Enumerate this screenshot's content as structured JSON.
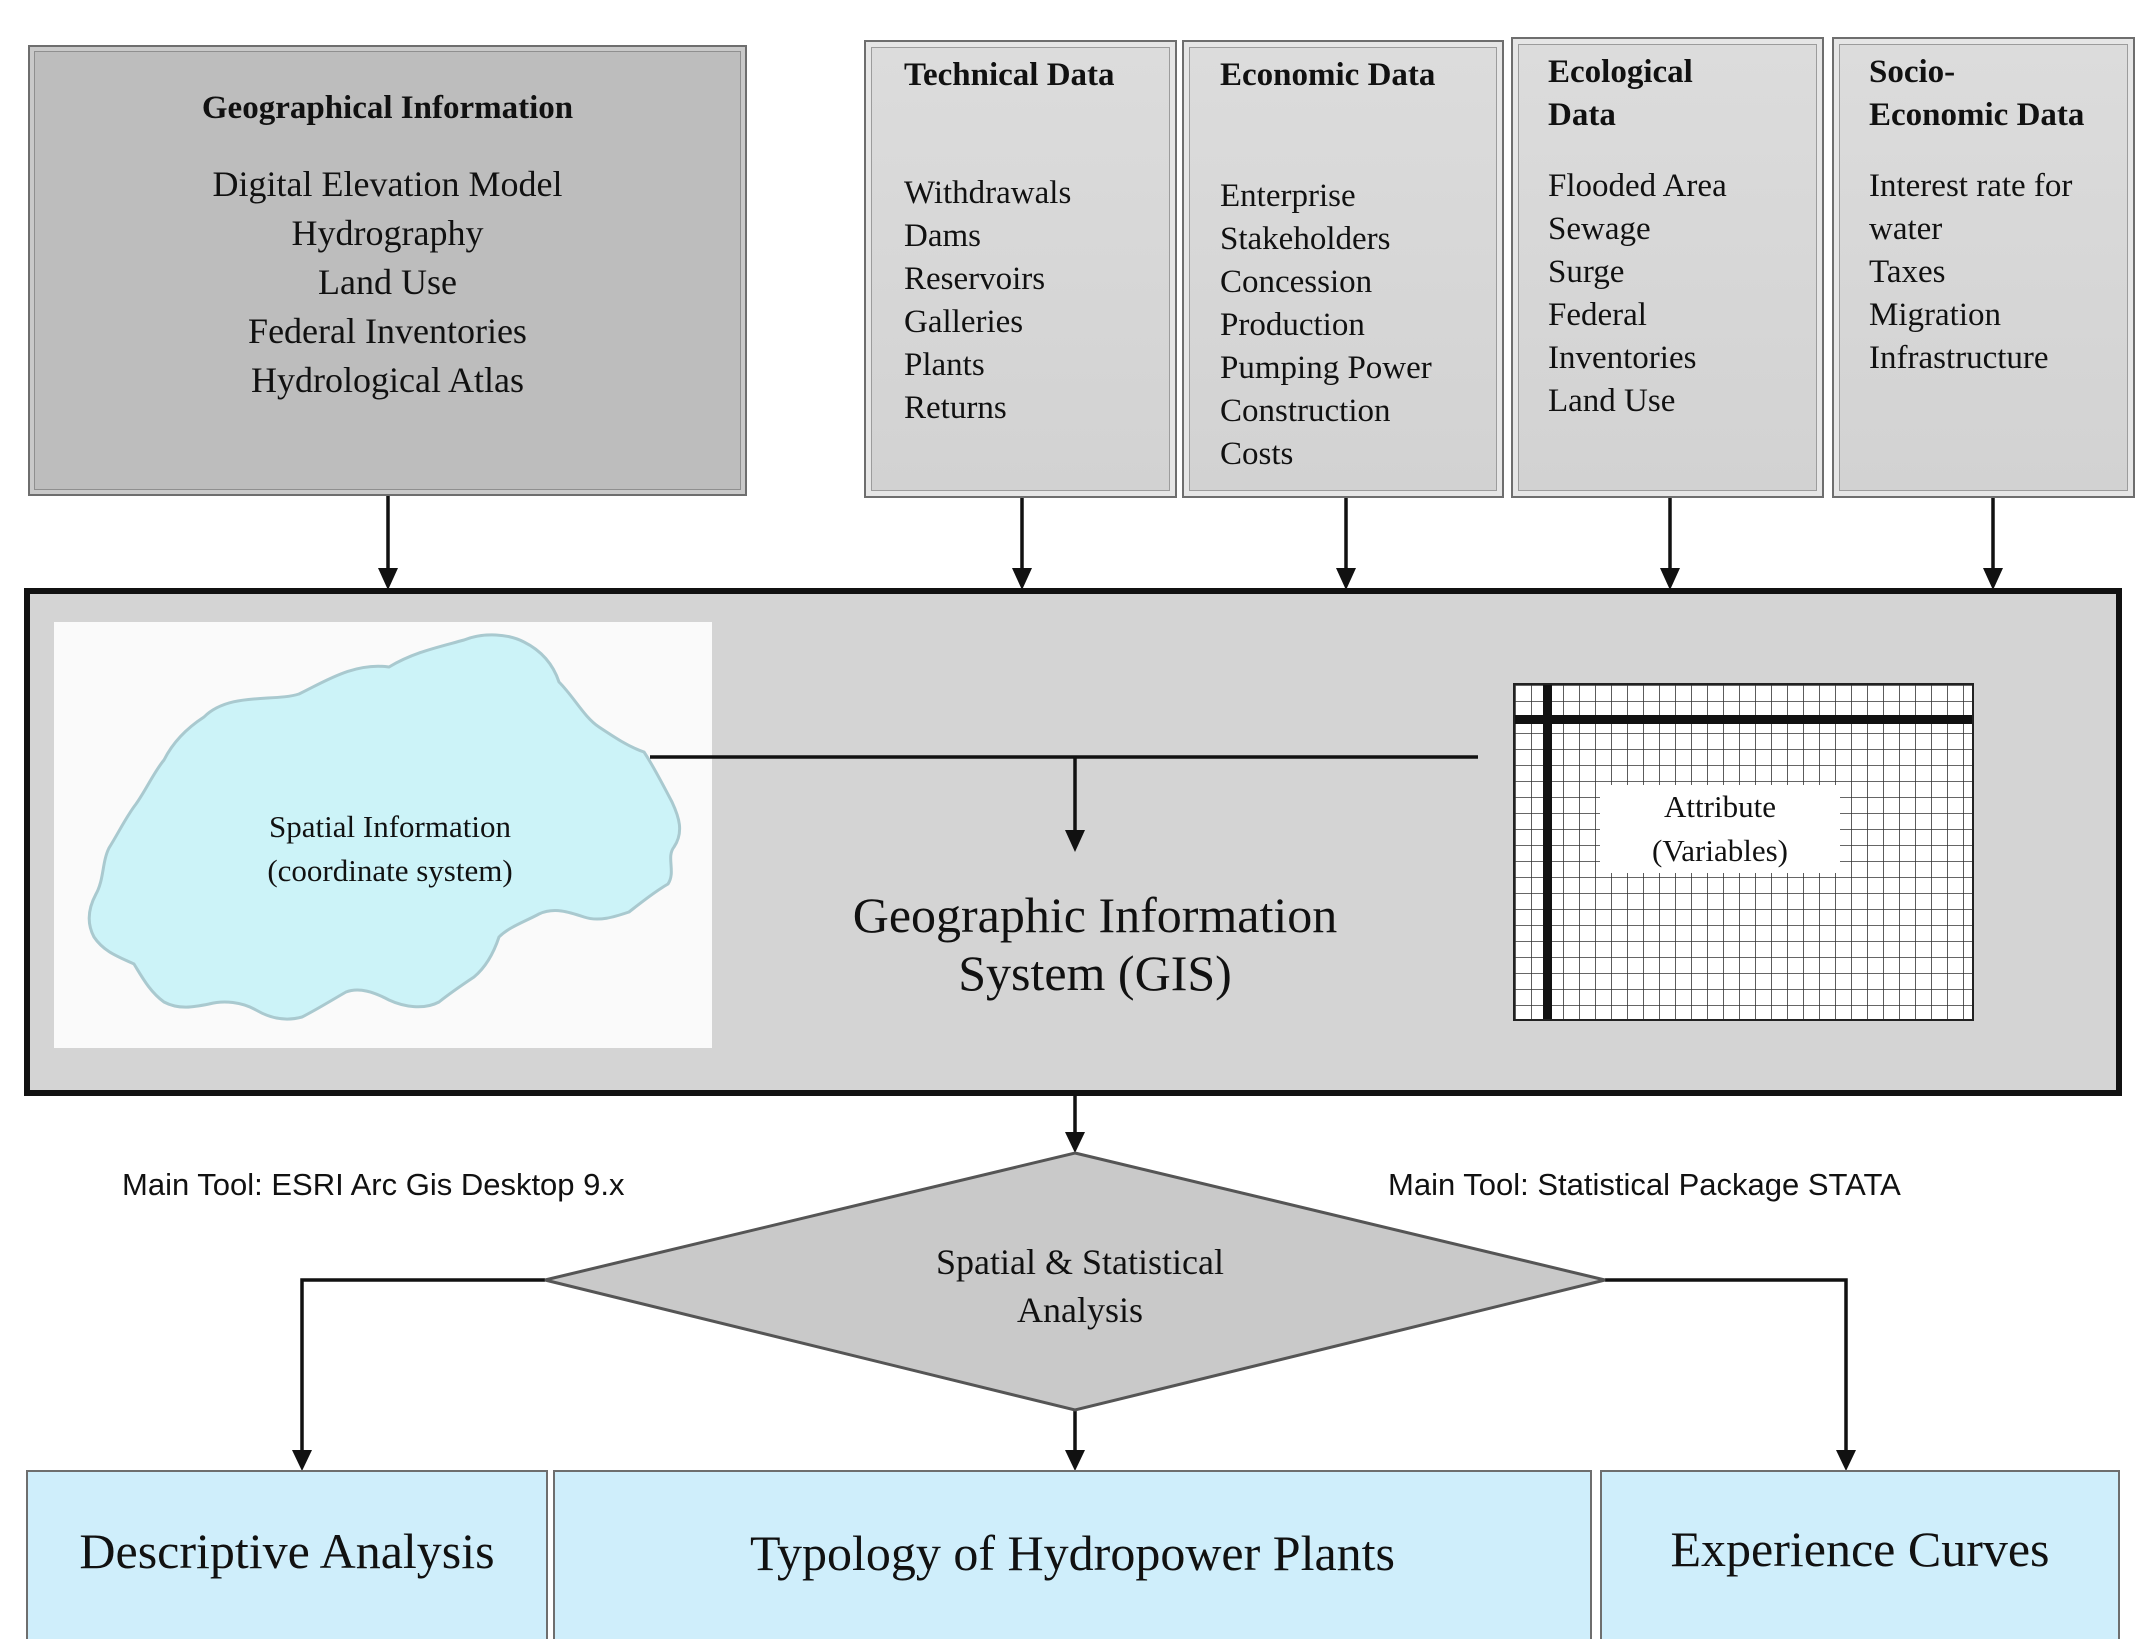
{
  "sources": {
    "geographical": {
      "title": "Geographical Information",
      "items": [
        "Digital Elevation Model",
        "Hydrography",
        "Land Use",
        "Federal Inventories",
        "Hydrological Atlas"
      ]
    },
    "technical": {
      "title": "Technical Data",
      "items": [
        "Withdrawals",
        "Dams",
        "Reservoirs",
        "Galleries",
        "Plants",
        "Returns"
      ]
    },
    "economic": {
      "title": "Economic Data",
      "items": [
        "Enterprise",
        "Stakeholders",
        "Concession",
        "Production",
        "Pumping Power",
        "Construction",
        "Costs"
      ]
    },
    "ecological": {
      "title_line1": "Ecological",
      "title_line2": "Data",
      "items": [
        "Flooded Area",
        "Sewage",
        "Surge",
        "Federal",
        "Inventories",
        "Land Use"
      ]
    },
    "socio": {
      "title_line1": "Socio-",
      "title_line2": "Economic Data",
      "items": [
        "Interest rate for",
        "water",
        "Taxes",
        "Migration",
        "Infrastructure"
      ]
    }
  },
  "gis": {
    "title_line1": "Geographic Information",
    "title_line2": "System (GIS)",
    "spatial_line1": "Spatial Information",
    "spatial_line2": "(coordinate system)",
    "attribute_line1": "Attribute",
    "attribute_line2": "(Variables)"
  },
  "tools": {
    "left": "Main Tool: ESRI Arc Gis Desktop 9.x",
    "right": "Main Tool: Statistical Package STATA"
  },
  "analysis": {
    "line1": "Spatial & Statistical",
    "line2": "Analysis"
  },
  "outputs": {
    "descriptive": "Descriptive Analysis",
    "typology": "Typology of Hydropower Plants",
    "experience": "Experience Curves"
  },
  "colors": {
    "map_fill": "#ccf3f8",
    "output_fill": "#cfeefb",
    "gis_fill": "#d4d4d4"
  }
}
